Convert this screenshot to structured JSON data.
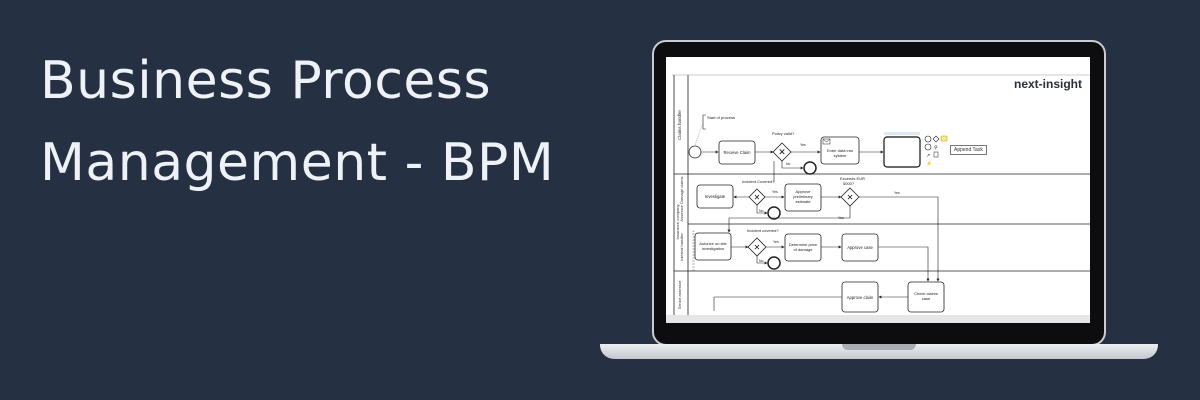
{
  "hero": {
    "title_line1": "Business Process",
    "title_line2": "Management - BPM"
  },
  "screen": {
    "brand": "next-insight",
    "append_task": "Append Task",
    "lanes": {
      "claims_handler": "Claims handler",
      "assessor_damage": "Assessor Damage claims",
      "internal_handler": "Internal handler",
      "senior_assessor": "Senior assessor",
      "pool": "Insurance company"
    },
    "annotation": "Start of process",
    "tasks": {
      "receive_claim": "Receive Claim",
      "enter_data_1": "Enter data into",
      "enter_data_2": "system",
      "investigate": "Investigate",
      "approve_prelim_1": "Approve",
      "approve_prelim_2": "preliminary",
      "approve_prelim_3": "estimate",
      "autorize_1": "Autorize on site",
      "autorize_2": "investigation",
      "determine_1": "Determine price",
      "determine_2": "of damage",
      "approve_case": "Approve case",
      "approve_claim": "Approve claim",
      "check_claims_1": "Check claims",
      "check_claims_2": "case"
    },
    "gateways": {
      "policy_valid": "Policy valid?",
      "incident_covered": "Incident Covered?",
      "exceeds_1": "Exceeds EUR",
      "exceeds_2": "5000?",
      "incident_covered_2": "Incident covered?"
    },
    "flow_labels": {
      "yes": "Yes",
      "no": "No"
    }
  }
}
